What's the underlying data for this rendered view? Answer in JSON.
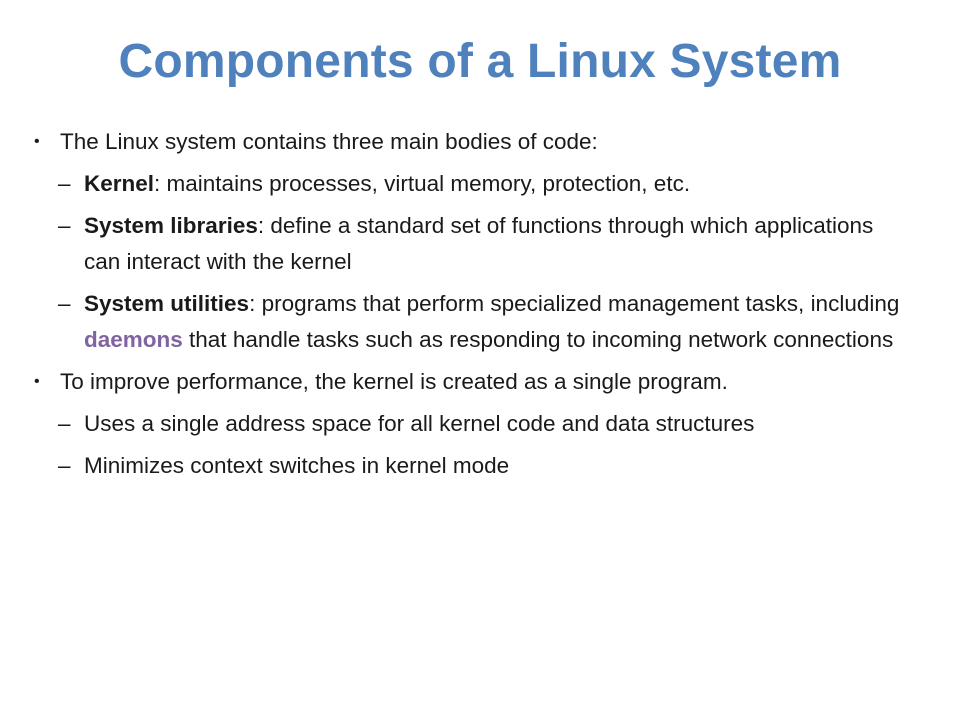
{
  "slide": {
    "title": "Components of a Linux System",
    "bullet_char": "•",
    "dash_char": "–",
    "items": [
      {
        "level": 1,
        "text": "The Linux system contains three main bodies of code:"
      },
      {
        "level": 2,
        "term": "Kernel",
        "rest": ": maintains processes, virtual memory, protection, etc."
      },
      {
        "level": 2,
        "term": "System libraries",
        "rest": ": define a standard set of functions through which applications can interact with the kernel"
      },
      {
        "level": 2,
        "term": "System utilities",
        "rest_before": ": programs that perform specialized management tasks, including ",
        "highlight": "daemons",
        "rest_after": " that handle tasks such as responding to incoming network connections"
      },
      {
        "level": 1,
        "text": "To improve performance, the kernel is created as a single program."
      },
      {
        "level": 2,
        "text": "Uses a single address space for all kernel code and data structures"
      },
      {
        "level": 2,
        "text": "Minimizes context switches in kernel mode"
      }
    ],
    "colors": {
      "title": "#4f81bd",
      "highlight": "#8064a2",
      "text": "#1a1a1a"
    }
  }
}
